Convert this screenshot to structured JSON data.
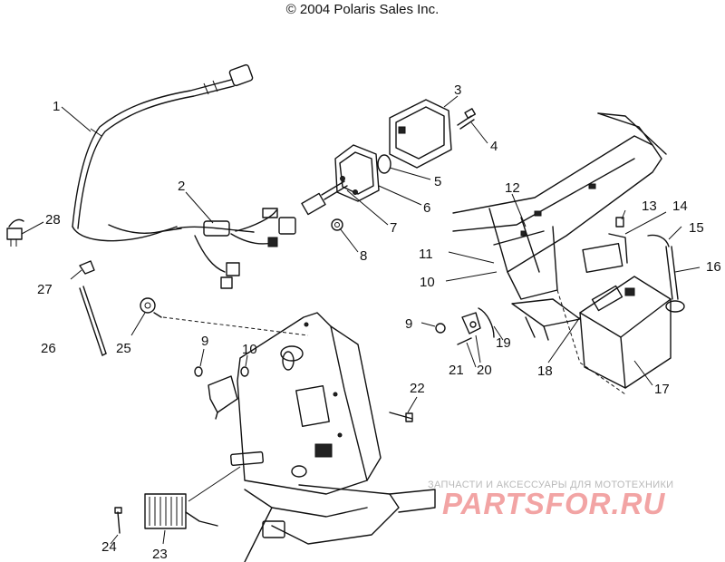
{
  "copyright": "© 2004 Polaris Sales Inc.",
  "watermark": {
    "text": "ЗАПЧАСТИ И АКСЕССУАРЫ ДЛЯ МОТОТЕХНИКИ",
    "logo": "PARTSFOR.RU"
  },
  "callouts": {
    "c1": "1",
    "c2": "2",
    "c3": "3",
    "c4": "4",
    "c5": "5",
    "c6": "6",
    "c7": "7",
    "c8": "8",
    "c9a": "9",
    "c9b": "9",
    "c10a": "10",
    "c10b": "10",
    "c11": "11",
    "c12": "12",
    "c13": "13",
    "c14": "14",
    "c15": "15",
    "c16": "16",
    "c17": "17",
    "c18": "18",
    "c19": "19",
    "c20": "20",
    "c21": "21",
    "c22": "22",
    "c23": "23",
    "c24": "24",
    "c25": "25",
    "c26": "26",
    "c27": "27",
    "c28": "28"
  }
}
